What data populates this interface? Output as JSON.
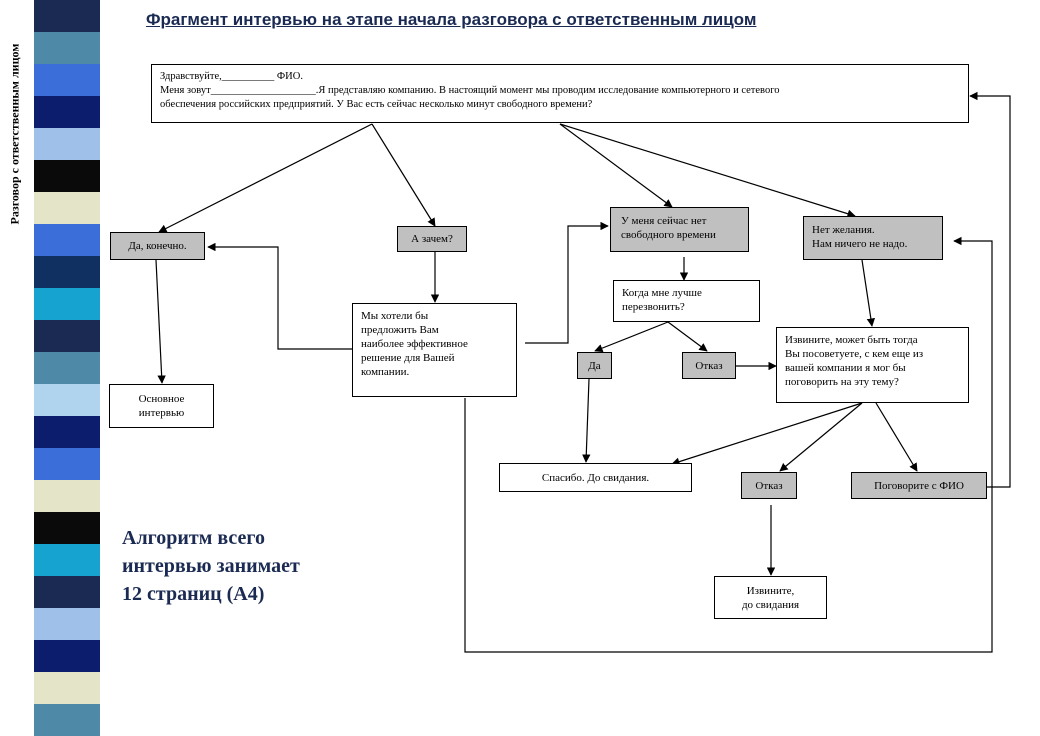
{
  "vertical_title": "Разговор с ответственным лицом",
  "page_title": "Фрагмент интервью на этапе начала разговора с ответственным лицом",
  "colors": {
    "stripes": [
      "#1a2a52",
      "#4e8aa8",
      "#3b6ed8",
      "#0d1d6e",
      "#9fc0e8",
      "#0a0a0a",
      "#e4e4c8",
      "#3b6ed8",
      "#0f3060",
      "#17a3d0",
      "#1a2a52",
      "#4e8aa8",
      "#b0d4ee",
      "#0d1d6e",
      "#3b6ed8",
      "#e4e4c8",
      "#0a0a0a",
      "#17a3d0",
      "#1a2a52",
      "#9fc0e8",
      "#0d1d6e",
      "#e4e4c8",
      "#4e8aa8"
    ],
    "box_gray": "#c0c0c0",
    "title": "#1a2a52"
  },
  "boxes": {
    "greeting": [
      "Здравствуйте,__________ ФИО.",
      "Меня зовут____________________.Я представляю компанию. В настоящий момент мы проводим исследование компьютерного и сетевого",
      "обеспечения российских предприятий. У Вас есть сейчас несколько минут свободного времени?"
    ],
    "yes_sure": "Да, конечно.",
    "why": "А зачем?",
    "no_time": [
      "У меня сейчас нет",
      "свободного времени"
    ],
    "no_desire": [
      "Нет желания.",
      "Нам ничего не надо."
    ],
    "main_interview": [
      "Основное",
      "интервью"
    ],
    "we_wanted": [
      "Мы хотели бы",
      "предложить Вам",
      "наиболее эффективное",
      "решение для Вашей",
      "компании."
    ],
    "when_call": [
      "Когда мне лучше",
      "перезвонить?"
    ],
    "yes": "Да",
    "refuse_1": "Отказ",
    "sorry_advise": [
      "Извините, может быть тогда",
      "Вы посоветуете, с кем еще из",
      "вашей компании я мог бы",
      "поговорить на эту тему?"
    ],
    "thanks_bye": "Спасибо. До свидания.",
    "refuse_2": "Отказ",
    "talk_to": "Поговорите с ФИО",
    "sorry_bye": [
      "Извините,",
      "до свидания"
    ]
  },
  "note": [
    "Алгоритм всего",
    "интервью занимает",
    "12 страниц (А4)"
  ]
}
